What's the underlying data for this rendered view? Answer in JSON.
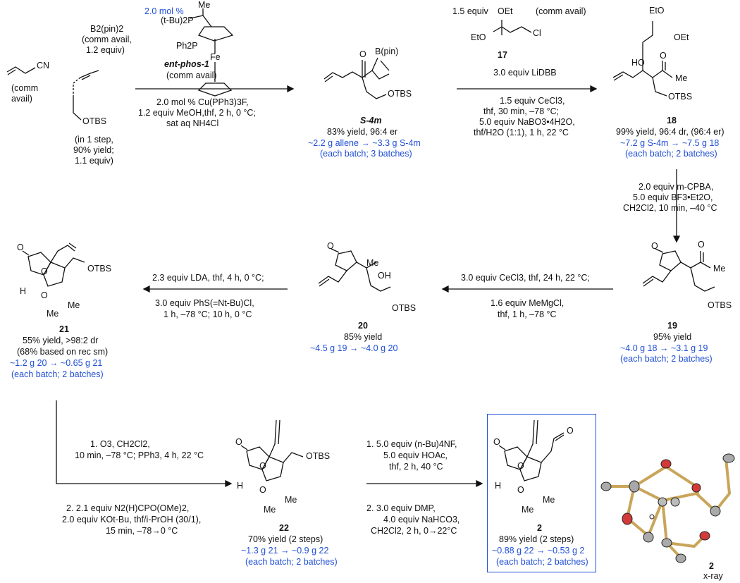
{
  "reagents_top": {
    "nitrile_caption": [
      "(comm",
      "avail)"
    ],
    "allene_caption": [
      "(in 1 step,",
      "90% yield;",
      "1.1 equiv)"
    ],
    "b2pin2": [
      "B2(pin)2",
      "(comm avail,",
      "1.2 equiv)"
    ],
    "ligand_loading": "2.0 mol %",
    "ligand_name": "ent-phos-1",
    "ligand_caption": "(comm avail)",
    "step1_conditions": [
      "2.0 mol % Cu(PPh3)3F,",
      "1.2 equiv MeOH,thf, 2 h, 0 °C;",
      "sat aq NH4Cl"
    ],
    "step2_reagent": [
      "1.5 equiv",
      "(comm avail)"
    ],
    "step2_reagent_label": "17",
    "step2_conditions": [
      "3.0 equiv LiDBB",
      "1.5 equiv CeCl3,",
      "thf, 30 min, –78 °C;",
      "5.0 equiv NaBO3•4H2O,",
      "thf/H2O (1:1), 1 h, 22 °C"
    ]
  },
  "compounds": {
    "s4m": {
      "label": "S-4m",
      "lines": [
        "83% yield, 96:4 er"
      ],
      "blue": [
        "~2.2 g allene → ~3.3 g S-4m",
        "(each batch; 3 batches)"
      ]
    },
    "c18": {
      "label": "18",
      "lines": [
        "99% yield, 96:4 dr, (96:4 er)"
      ],
      "blue": [
        "~7.2 g S-4m → ~7.5 g 18",
        "(each batch; 2 batches)"
      ]
    },
    "c19": {
      "label": "19",
      "lines": [
        "95% yield"
      ],
      "blue": [
        "~4.0 g 18 → ~3.1 g 19",
        "(each batch; 2 batches)"
      ]
    },
    "c20": {
      "label": "20",
      "lines": [
        "85% yield"
      ],
      "blue": [
        "~4.5 g 19 → ~4.0 g 20"
      ]
    },
    "c21": {
      "label": "21",
      "lines": [
        "55% yield, >98:2 dr",
        "(68% based on rec sm)"
      ],
      "blue": [
        "~1.2 g 20 → ~0.65 g 21",
        "(each batch; 2 batches)"
      ]
    },
    "c22": {
      "label": "22",
      "lines": [
        "70% yield (2 steps)"
      ],
      "blue": [
        "~1.3 g 21 → ~0.9 g 22",
        "(each batch; 2 batches)"
      ]
    },
    "c2": {
      "label": "2",
      "lines": [
        "89% yield (2 steps)"
      ],
      "blue": [
        "~0.88 g 22 → ~0.53 g 2",
        "(each batch; 2 batches)"
      ]
    }
  },
  "conditions": {
    "to19": [
      "2.0 equiv m-CPBA,",
      "5.0 equiv BF3•Et2O,",
      "CH2Cl2, 10 min, –40 °C"
    ],
    "to20": [
      "3.0 equiv CeCl3, thf, 24 h, 22 °C;",
      "1.6 equiv MeMgCl,",
      "thf, 1 h, –78 °C"
    ],
    "to21": [
      "2.3 equiv LDA, thf, 4 h, 0 °C;",
      "3.0 equiv PhS(=Nt-Bu)Cl,",
      "1 h, –78 °C; 10 h, 0 °C"
    ],
    "to22": [
      "1. O3, CH2Cl2,",
      "10 min, –78 °C; PPh3, 4 h, 22 °C",
      "2. 2.1 equiv N2(H)CPO(OMe)2,",
      "2.0 equiv KOt-Bu, thf/i-PrOH (30/1),",
      "15 min, –78→0 °C"
    ],
    "to2": [
      "1. 5.0 equiv (n-Bu)4NF,",
      "5.0 equiv HOAc,",
      "thf, 2 h, 40 °C",
      "2. 3.0 equiv DMP,",
      "4.0 equiv NaHCO3,",
      "CH2Cl2, 2 h, 0→22°C"
    ]
  },
  "xray": {
    "label": "2",
    "caption": "x-ray"
  },
  "atom_labels": {
    "cn": "CN",
    "otbs": "OTBS",
    "bpin": "B(pin)",
    "o": "O",
    "oh": "OH",
    "ho": "HO",
    "me": "Me",
    "oet": "OEt",
    "eto": "EtO",
    "cl": "Cl",
    "fe": "Fe",
    "ph2p": "Ph2P",
    "tbu2p": "(t-Bu)2P",
    "h": "H"
  },
  "colors": {
    "accent_blue": "#1f4fd6",
    "oxygen_red": "#d23a3a",
    "bond_gold": "#c9a55a"
  }
}
